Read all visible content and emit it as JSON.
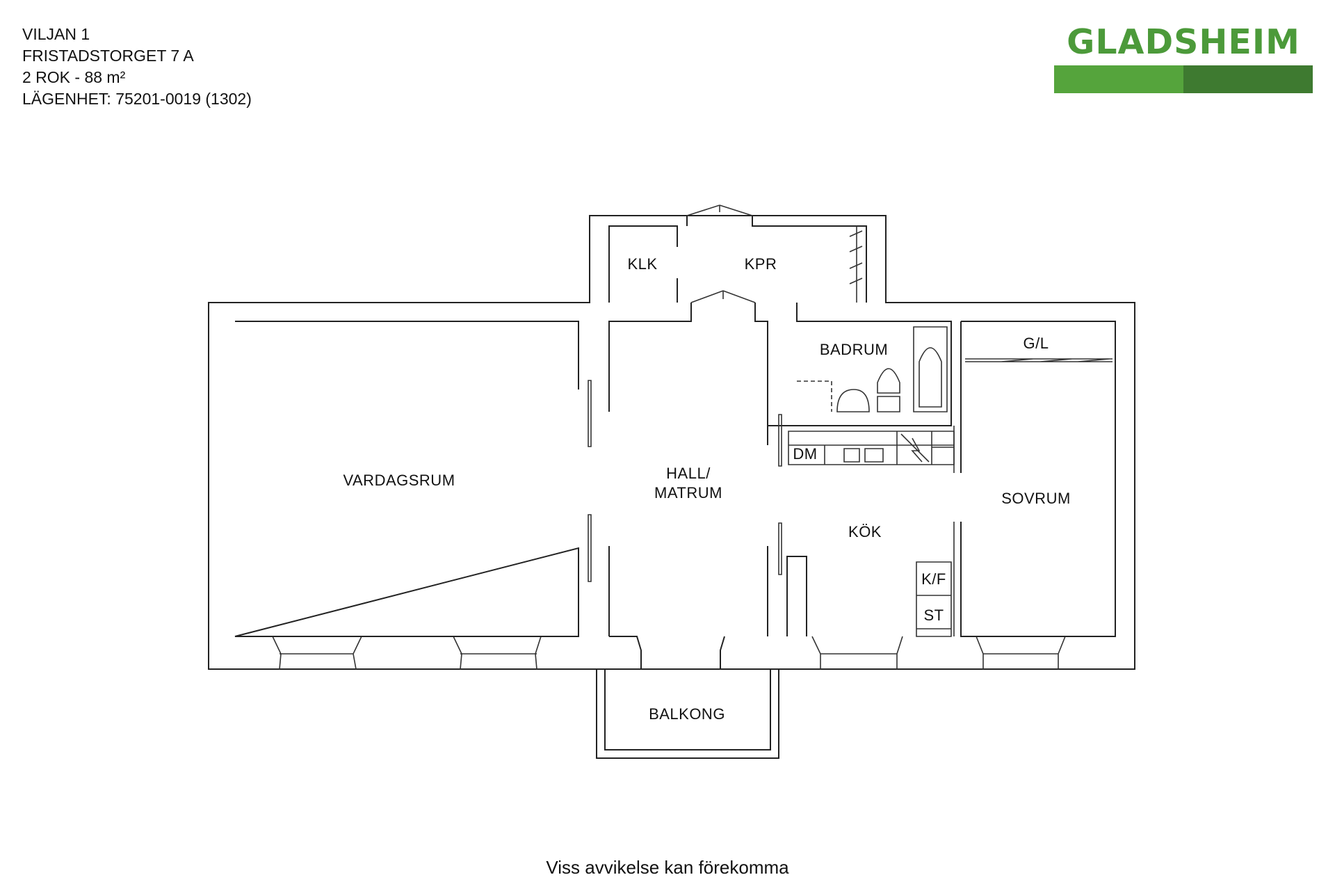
{
  "header": {
    "line1": "VILJAN 1",
    "line2": "FRISTADSTORGET 7 A",
    "line3": "2 ROK - 88 m²",
    "line4": "LÄGENHET:  75201-0019 (1302)"
  },
  "logo": {
    "text": "GLADSHEIM",
    "color": "#4c9a3a",
    "bar_light": "#55a43c",
    "bar_dark": "#3e7a30"
  },
  "rooms": {
    "klk": "KLK",
    "kpr": "KPR",
    "badrum": "BADRUM",
    "gl": "G/L",
    "dm": "DM",
    "vardagsrum": "VARDAGSRUM",
    "hall_line1": "HALL/",
    "hall_line2": "MATRUM",
    "sovrum": "SOVRUM",
    "kok": "KÖK",
    "kf": "K/F",
    "st": "ST",
    "balkong": "BALKONG"
  },
  "footer": {
    "note": "Viss avvikelse kan förekomma"
  }
}
